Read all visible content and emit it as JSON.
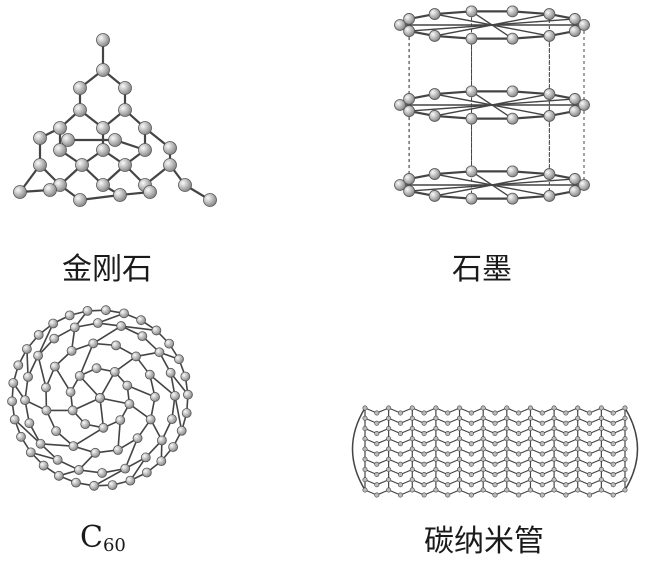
{
  "panels": [
    {
      "id": "diamond",
      "label": "金刚石"
    },
    {
      "id": "graphite",
      "label": "石墨"
    },
    {
      "id": "c60",
      "label": "C",
      "label_sub": "60"
    },
    {
      "id": "nanotube",
      "label": "碳纳米管"
    }
  ],
  "colors": {
    "bond": "#444444",
    "atom_light": "#f4f4f4",
    "atom_dark": "#8a8a8a"
  }
}
